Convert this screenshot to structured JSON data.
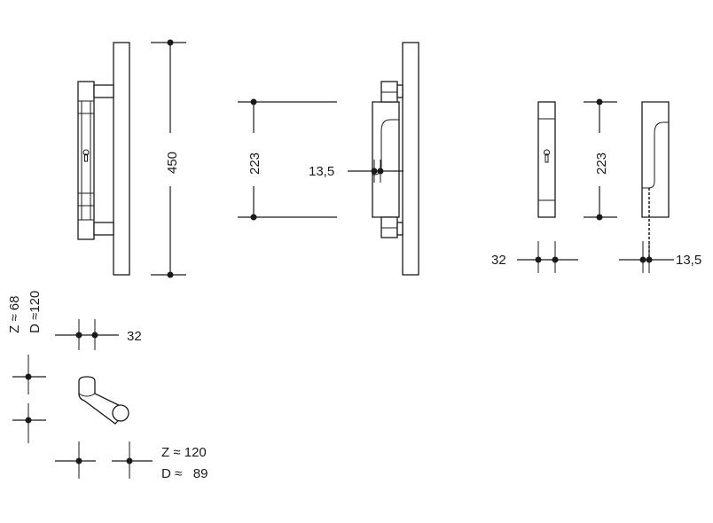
{
  "dimensions": {
    "height_total": "450",
    "fixing_distance_mid": "223",
    "offset_mid": "13,5",
    "fixing_distance_right": "223",
    "width_right": "32",
    "offset_right": "13,5",
    "width_top_view": "32",
    "z_d_left_line1": "Z ≈  68",
    "z_d_left_line2": "D ≈120",
    "z_d_bottom_line1": "Z ≈ 120",
    "z_d_bottom_line2": "D ≈   89"
  },
  "colors": {
    "ink": "#1a1a1a",
    "background": "#ffffff"
  }
}
